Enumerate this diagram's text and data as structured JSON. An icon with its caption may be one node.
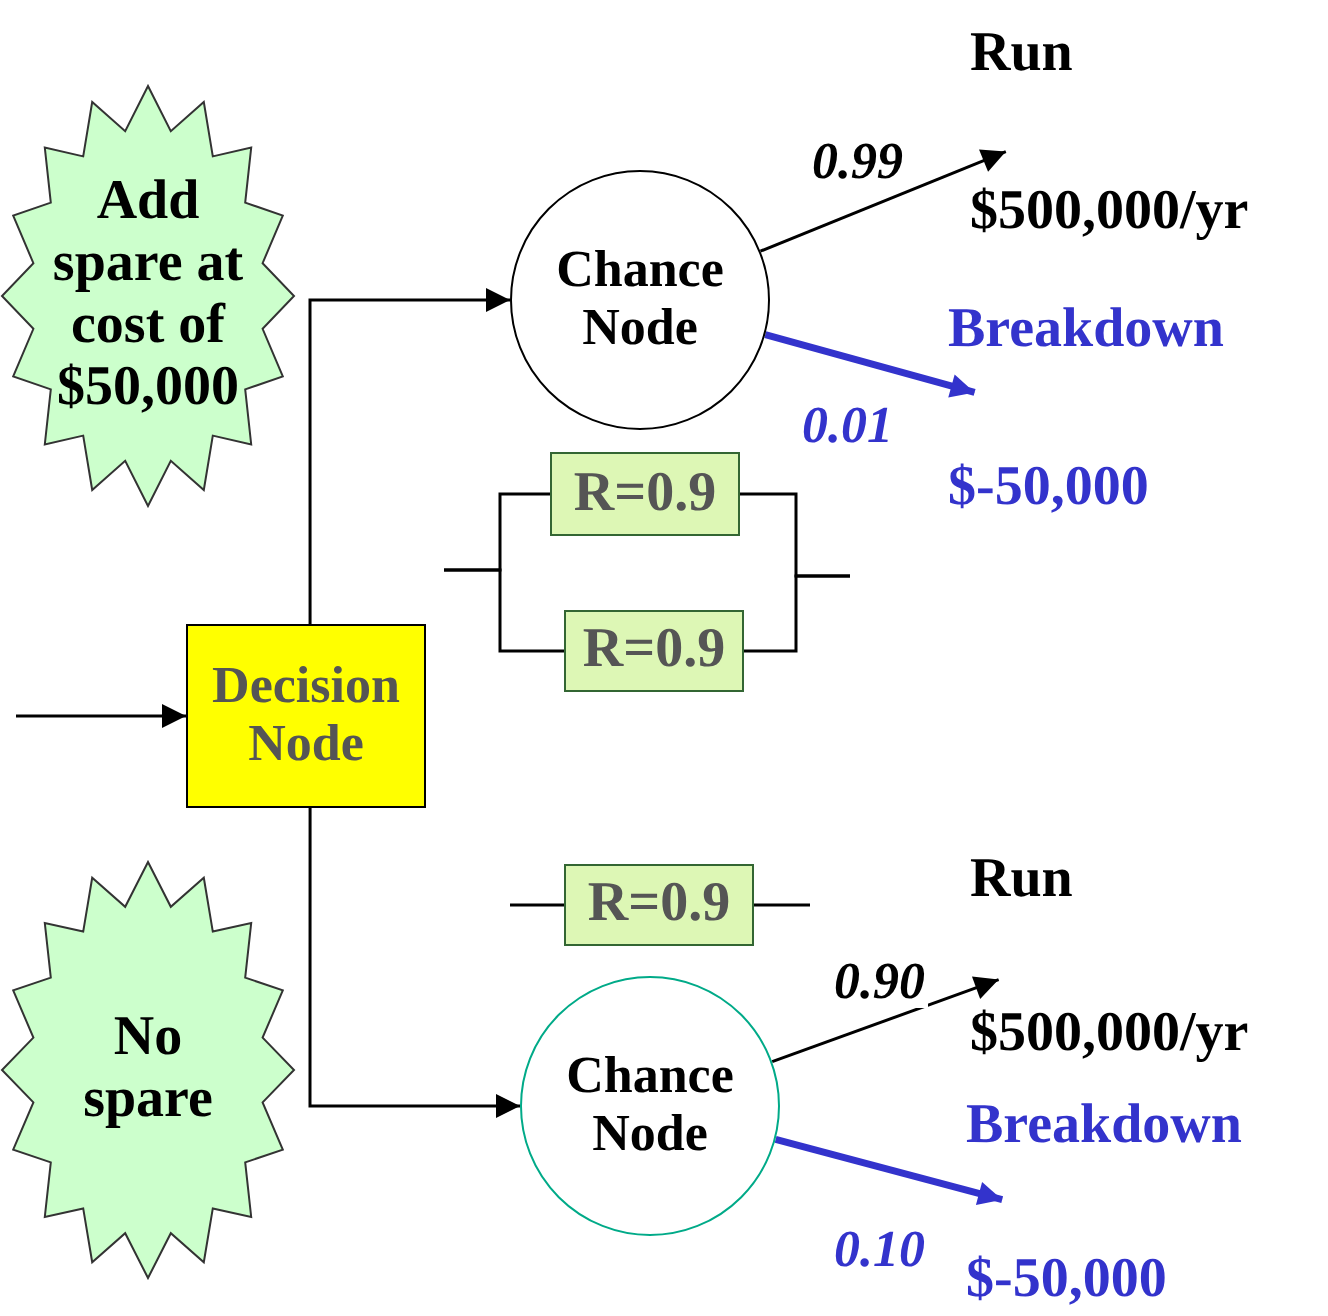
{
  "diagram": {
    "nodes": [
      {
        "text": [
          "Add spare at cost of $50,000"
        ]
      },
      {
        "text": [
          "No spare"
        ]
      },
      {
        "text": [
          "Decision Node"
        ]
      },
      {
        "text": [
          "Chance Node"
        ]
      },
      {
        "text": [
          "Chance Node"
        ]
      },
      {
        "text": [
          "Run",
          "$500,000/yr"
        ]
      },
      {
        "text": [
          "Breakdown",
          "$-50,000"
        ]
      },
      {
        "text": [
          "Run",
          "$500,000/yr"
        ]
      },
      {
        "text": [
          "Breakdown",
          "$-50,000"
        ]
      },
      {
        "text": [
          "R=0.9"
        ]
      },
      {
        "text": [
          "R=0.9"
        ]
      },
      {
        "text": [
          "R=0.9"
        ]
      }
    ],
    "edges": [
      {
        "from": null,
        "to": 2,
        "arrow": "to"
      },
      {
        "from": 2,
        "to": 3,
        "arrow": "to"
      },
      {
        "from": 2,
        "to": 4,
        "arrow": "to"
      },
      {
        "from": 3,
        "to": 5,
        "arrow": "to",
        "label": "0.99"
      },
      {
        "from": 3,
        "to": 6,
        "arrow": "to",
        "label": "0.01",
        "style": "thick",
        "color": "#3333cc"
      },
      {
        "from": 4,
        "to": 7,
        "arrow": "to",
        "label": "0.90"
      },
      {
        "from": 4,
        "to": 8,
        "arrow": "to",
        "label": "0.10",
        "style": "thick",
        "color": "#3333cc"
      },
      {
        "from": null,
        "to": 9,
        "arrow": "none"
      },
      {
        "from": null,
        "to": 10,
        "arrow": "none"
      },
      {
        "from": 9,
        "to": null,
        "arrow": "none"
      },
      {
        "from": 10,
        "to": null,
        "arrow": "none"
      },
      {
        "from": null,
        "to": 11,
        "arrow": "none"
      },
      {
        "from": 11,
        "to": null,
        "arrow": "none"
      }
    ]
  }
}
